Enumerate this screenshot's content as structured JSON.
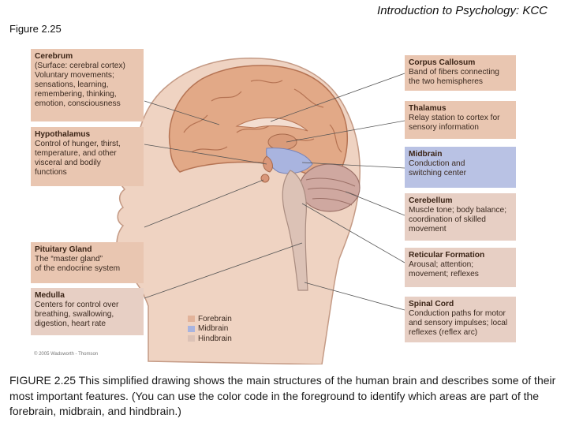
{
  "header": {
    "title": "Introduction to Psychology: KCC"
  },
  "figure": {
    "label": "Figure 2.25",
    "left_labels": [
      {
        "title": "Cerebrum",
        "desc": "(Surface: cerebral cortex)\nVoluntary movements;\nsensations, learning,\nremembering, thinking,\nemotion, consciousness",
        "region": "forebrain"
      },
      {
        "title": "Hypothalamus",
        "desc": "Control of hunger, thirst,\ntemperature, and other\nvisceral and bodily\nfunctions",
        "region": "forebrain"
      },
      {
        "title": "Pituitary Gland",
        "desc": "The “master gland”\nof the endocrine system",
        "region": "forebrain"
      },
      {
        "title": "Medulla",
        "desc": "Centers for control over\nbreathing, swallowing,\ndigestion, heart rate",
        "region": "hindbrain"
      }
    ],
    "right_labels": [
      {
        "title": "Corpus Callosum",
        "desc": "Band of fibers connecting\nthe two hemispheres",
        "region": "forebrain"
      },
      {
        "title": "Thalamus",
        "desc": "Relay station to cortex for\nsensory information",
        "region": "forebrain"
      },
      {
        "title": "Midbrain",
        "desc": "Conduction and\nswitching center",
        "region": "midbrain"
      },
      {
        "title": "Cerebellum",
        "desc": "Muscle tone; body balance;\ncoordination of skilled\nmovement",
        "region": "hindbrain"
      },
      {
        "title": "Reticular Formation",
        "desc": "Arousal; attention;\nmovement; reflexes",
        "region": "hindbrain"
      },
      {
        "title": "Spinal Cord",
        "desc": "Conduction paths for motor\nand sensory impulses; local\nreflexes (reflex arc)",
        "region": "hindbrain"
      }
    ],
    "legend": [
      {
        "label": "Forebrain",
        "color": "#e2b39a"
      },
      {
        "label": "Midbrain",
        "color": "#a9b4df"
      },
      {
        "label": "Hindbrain",
        "color": "#dcc2b6"
      }
    ],
    "copyright": "© 2005 Wadsworth - Thomson"
  },
  "caption": {
    "number": "FIGURE 2.25",
    "text": " This simplified drawing shows the main structures of the human brain and describes some of their most important features. (You can use the color code in the foreground to identify which areas are part of the forebrain, midbrain, and hindbrain.)"
  }
}
